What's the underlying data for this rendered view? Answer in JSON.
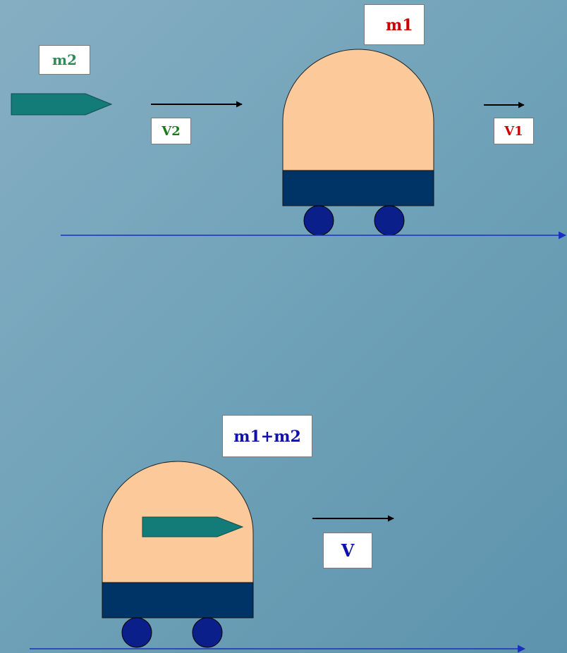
{
  "labels": {
    "m1": "m1",
    "m2": "m2",
    "v1": "V1",
    "v2": "V2",
    "combined_mass": "m1+m2",
    "v": "V"
  },
  "colors": {
    "background": "#6fa2b8",
    "cart_body": "#fbc99a",
    "cart_base": "#003366",
    "wheel": "#0a1f8a",
    "bullet": "#137b78",
    "ground_line": "#1a2fc0",
    "arrow": "#000000",
    "m1_text": "#cc0000",
    "v1_text": "#cc0000",
    "m2_text": "#2e8b57",
    "v2_text": "#1a7a1a",
    "combined_text": "#1010aa",
    "v_text": "#1010aa"
  }
}
